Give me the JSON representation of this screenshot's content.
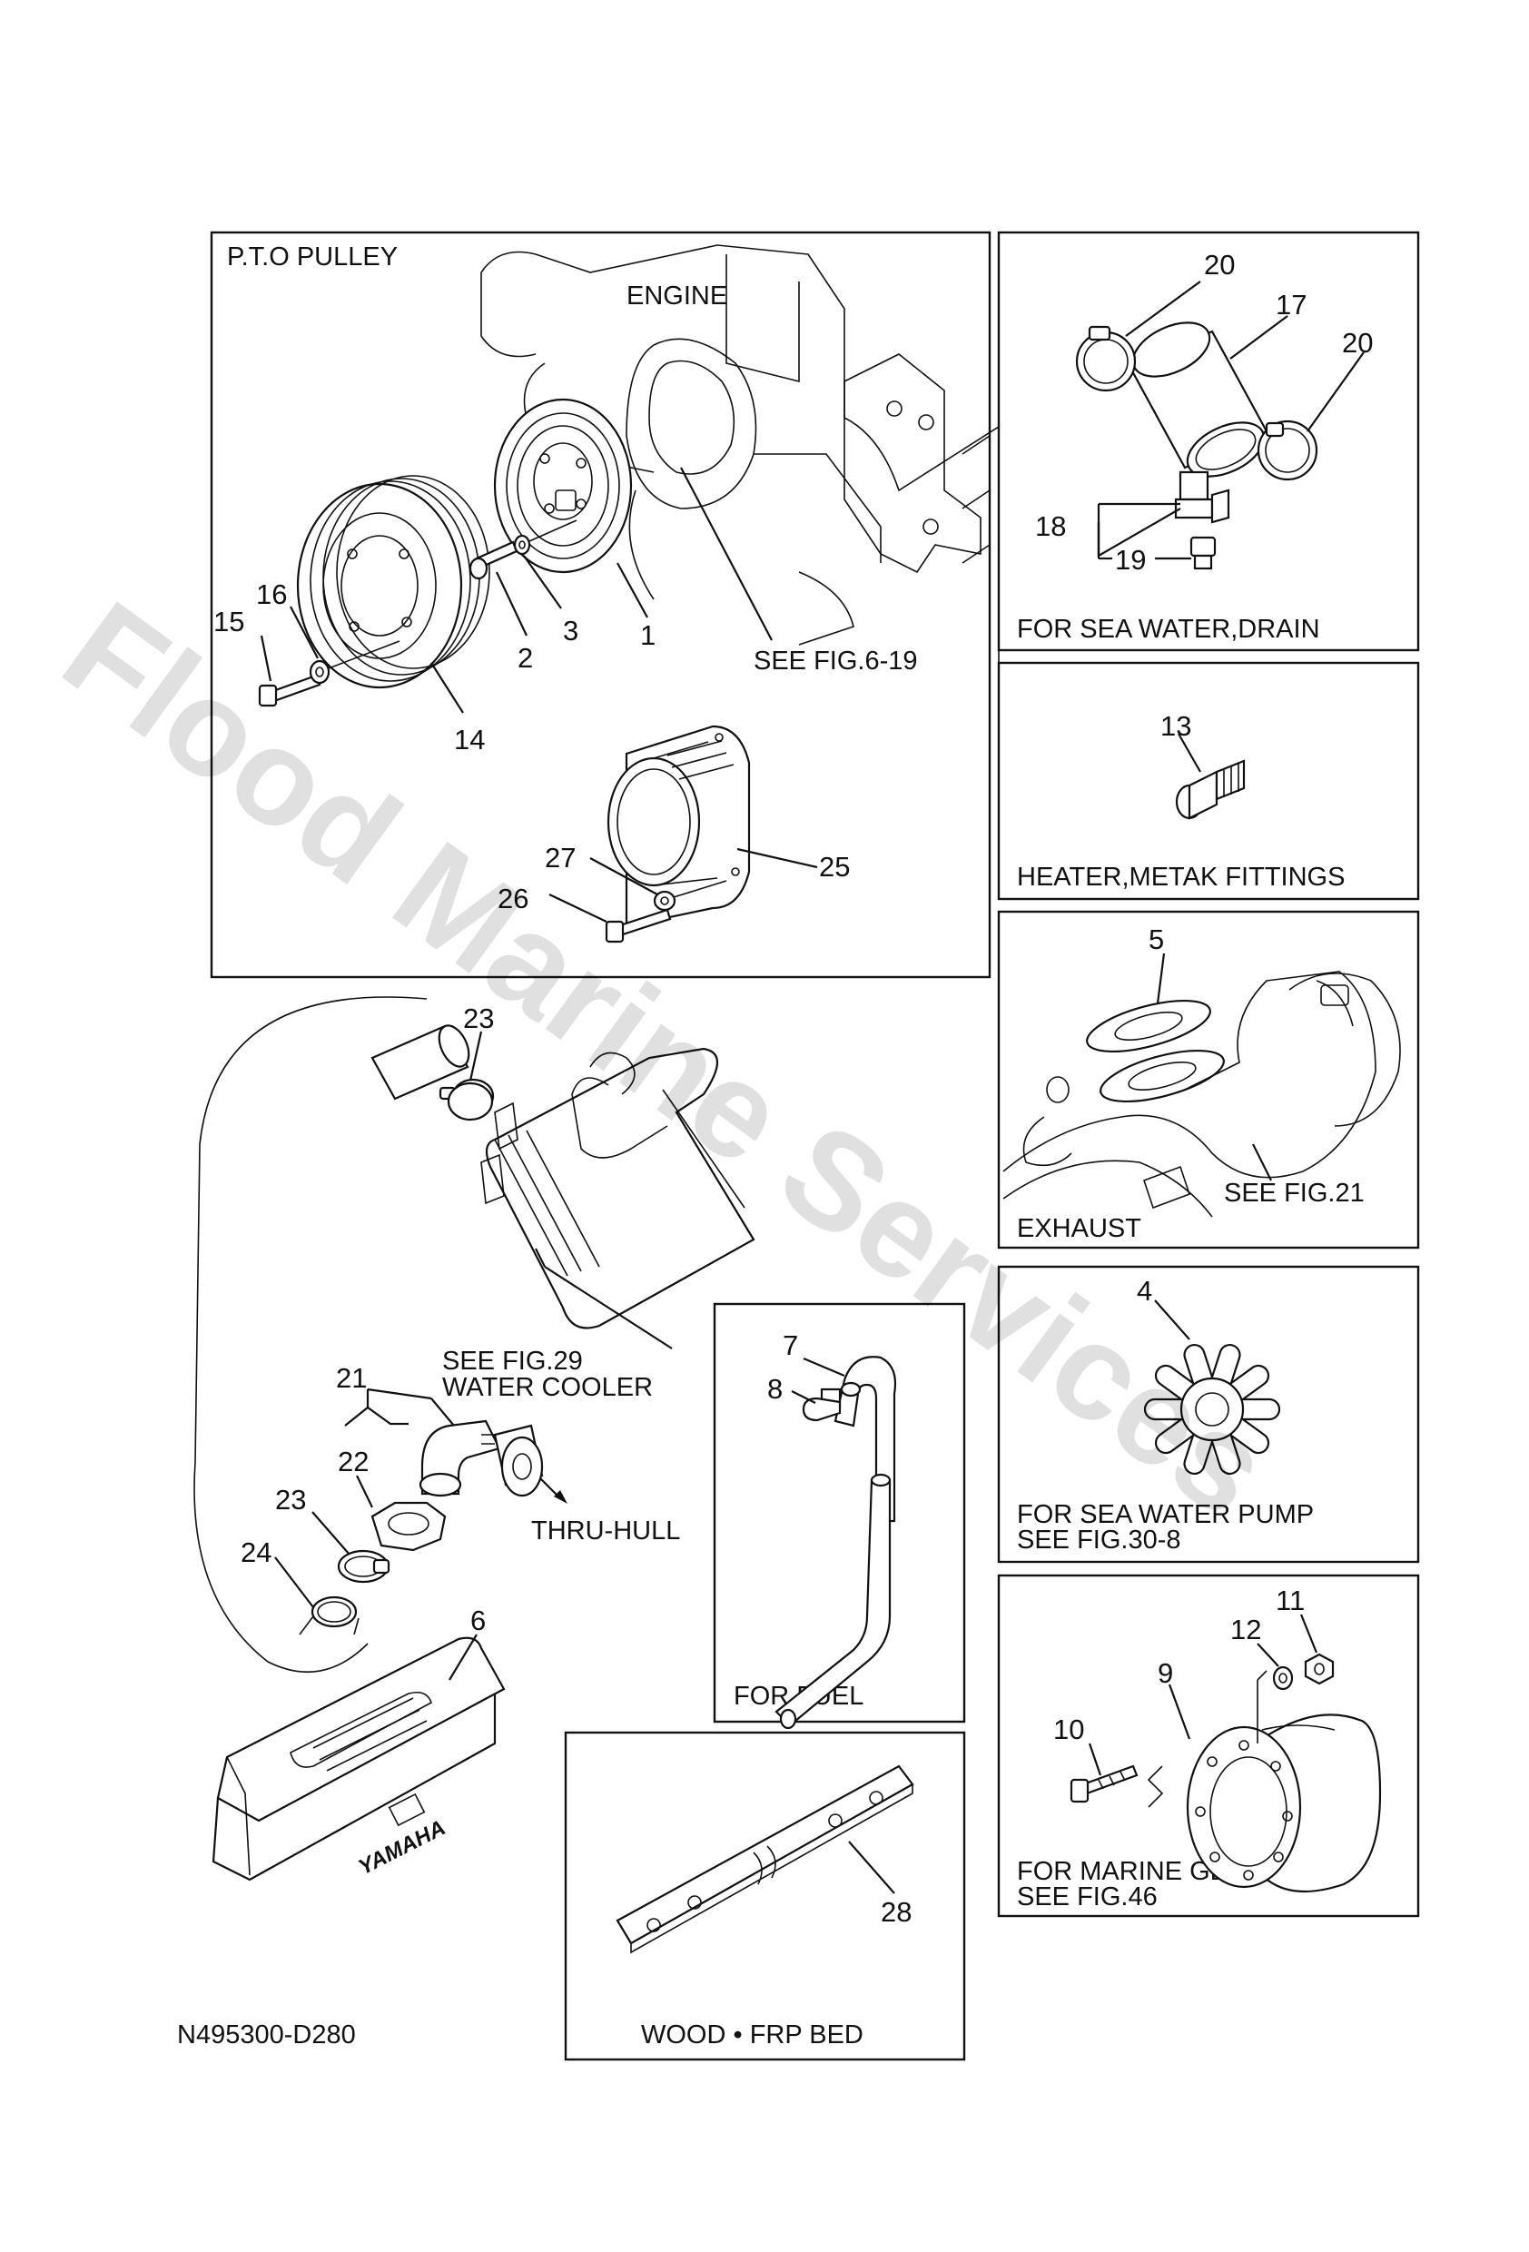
{
  "watermark": "Flood Marine Services",
  "drawing_code": "N495300-D280",
  "panels": {
    "pto_pulley": {
      "title": "P.T.O PULLEY",
      "engine": "ENGINE",
      "ref": "SEE FIG.6-19"
    },
    "drain": {
      "caption": "FOR SEA WATER,DRAIN"
    },
    "heater": {
      "caption": "HEATER,METAK FITTINGS"
    },
    "exhaust": {
      "caption": "EXHAUST",
      "ref": "SEE FIG.21"
    },
    "pump": {
      "caption_line1": "FOR SEA WATER PUMP",
      "caption_line2": "SEE FIG.30-8"
    },
    "fuel": {
      "caption": "FOR FUEL"
    },
    "bed": {
      "caption": "WOOD • FRP BED"
    },
    "gear": {
      "caption_line1": "FOR MARINE GEAR",
      "caption_line2": "SEE FIG.46"
    },
    "cooler": {
      "ref_line1": "SEE FIG.29",
      "ref_line2": "WATER COOLER",
      "thru_hull": "THRU-HULL"
    }
  },
  "toolbox": {
    "brand": "YAMAHA"
  },
  "callouts": {
    "c1": "1",
    "c2": "2",
    "c3": "3",
    "c4": "4",
    "c5": "5",
    "c6": "6",
    "c7": "7",
    "c8": "8",
    "c9": "9",
    "c10": "10",
    "c11": "11",
    "c12": "12",
    "c13": "13",
    "c14": "14",
    "c15": "15",
    "c16": "16",
    "c17": "17",
    "c18": "18",
    "c19": "19",
    "c20a": "20",
    "c20b": "20",
    "c21": "21",
    "c22": "22",
    "c23a": "23",
    "c23b": "23",
    "c24": "24",
    "c25": "25",
    "c26": "26",
    "c27": "27",
    "c28": "28"
  }
}
